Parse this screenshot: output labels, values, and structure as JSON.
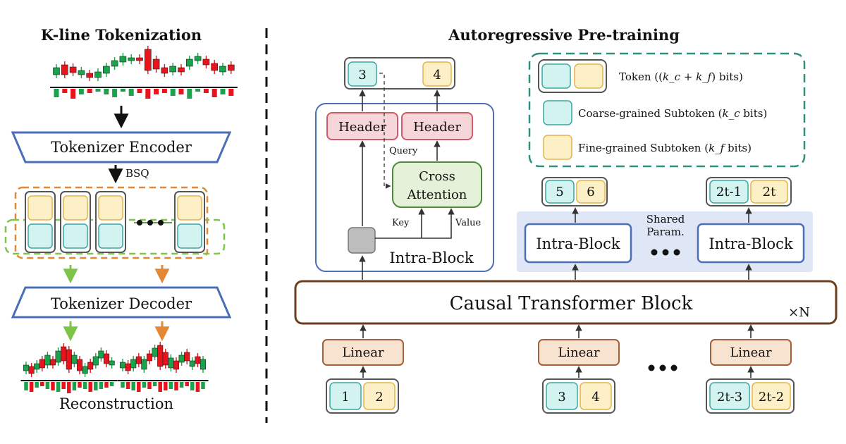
{
  "left": {
    "title": "K-line Tokenization",
    "encoder": "Tokenizer Encoder",
    "bsq": "BSQ",
    "decoder": "Tokenizer Decoder",
    "reconstruction": "Reconstruction"
  },
  "right": {
    "title": "Autoregressive Pre-training",
    "out_tokens": [
      "3",
      "4"
    ],
    "header_label": "Header",
    "query": "Query",
    "cross_attention": [
      "Cross",
      "Attention"
    ],
    "key": "Key",
    "value": "Value",
    "intra_block": "Intra-Block",
    "out_pair_2": [
      "5",
      "6"
    ],
    "out_pair_t": [
      "2t-1",
      "2t"
    ],
    "shared": [
      "Shared",
      "Param."
    ],
    "causal": "Causal Transformer Block",
    "times_n": "×N",
    "linear": "Linear",
    "in_pair_1": [
      "1",
      "2"
    ],
    "in_pair_2": [
      "3",
      "4"
    ],
    "in_pair_t": [
      "2t-3",
      "2t-2"
    ]
  },
  "legend": {
    "token": "Token ((",
    "token_math": "k_c + k_f",
    "token_end": ") bits)",
    "coarse": "Coarse-grained Subtoken (",
    "coarse_math": "k_c",
    "coarse_end": " bits)",
    "fine": "Fine-grained Subtoken (",
    "fine_math": "k_f",
    "fine_end": " bits)"
  },
  "colors": {
    "cyan": "#d3f3f1",
    "cyan_stroke": "#3aa7a0",
    "yellow": "#fdf0c6",
    "yellow_stroke": "#e0b64a",
    "blue_stroke": "#4a6fb5",
    "blue_fill": "#dfe7f6",
    "pink_fill": "#f7d6da",
    "pink_stroke": "#d3586a",
    "green_fill": "#e5f1d9",
    "green_stroke": "#4f8a3a",
    "orange_fill": "#f8e2d0",
    "orange_stroke": "#a0603a",
    "brown_stroke": "#6b3f1f",
    "dash_orange": "#e38836",
    "dash_green": "#7cc54a",
    "teal_dash": "#2f8f80",
    "candle_red": "#e8131b",
    "candle_green": "#1aa34a"
  }
}
